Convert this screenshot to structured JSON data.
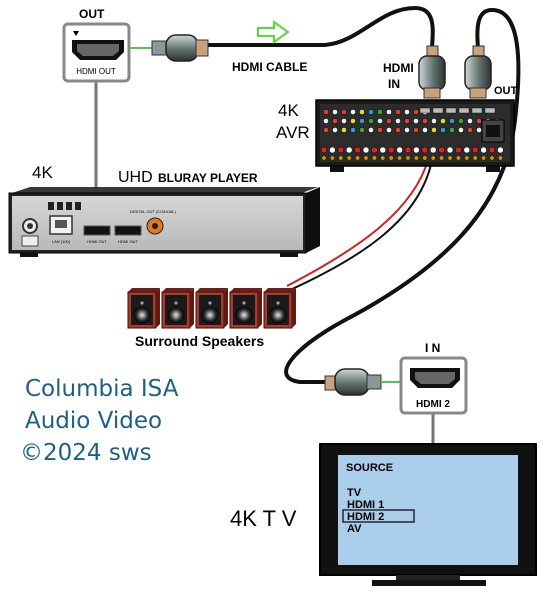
{
  "labels": {
    "player_out": "OUT",
    "player_port": "HDMI OUT",
    "hdmi_cable": "HDMI CABLE",
    "avr_hdmi_in": "HDMI\nIN",
    "avr_out": "OUT",
    "avr_4k": "4K",
    "avr_name": "AVR",
    "player_4k": "4K",
    "player_uhd": "UHD",
    "player_name": "BLURAY PLAYER",
    "player_lan": "LAN (100)",
    "player_hdmi_out_1": "HDMI OUT",
    "player_hdmi_out_2": "HDMI OUT",
    "player_digital_out": "DIGITAL OUT (COAXIAL)",
    "speakers": "Surround Speakers",
    "tv_in": "I N",
    "tv_port": "HDMI 2",
    "tv_name": "4K T V"
  },
  "tv_menu": {
    "title": "SOURCE",
    "items": [
      "TV",
      "HDMI 1",
      "HDMI 2",
      "AV"
    ],
    "selected": "HDMI 2"
  },
  "credit": {
    "line1": "Columbia ISA",
    "line2": "Audio Video",
    "line3": "©2024 sws"
  },
  "colors": {
    "arrow": "#55dd33",
    "credit": "#1f5f86",
    "tv_screen": "#a9cdea",
    "speaker_red": "#a83a2e",
    "cable_red": "#d21f1f"
  }
}
